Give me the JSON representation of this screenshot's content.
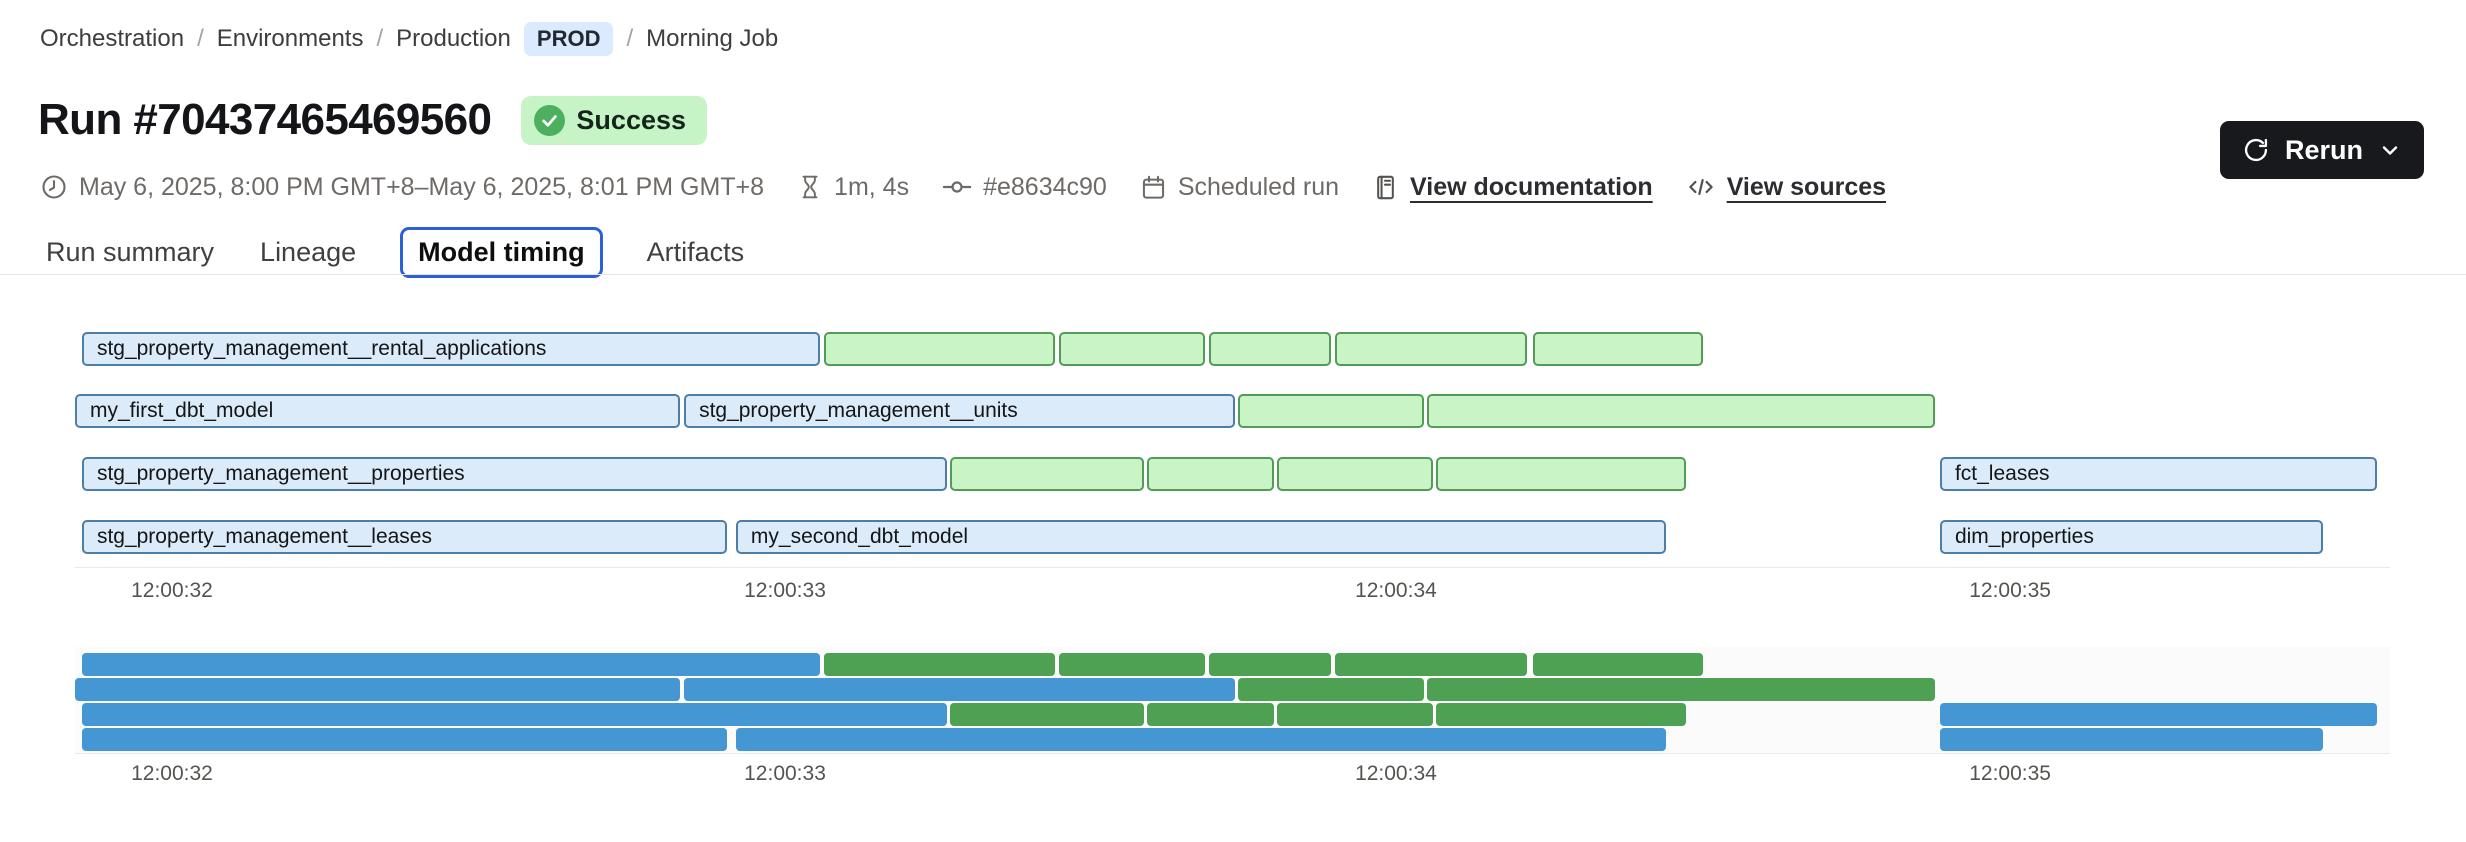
{
  "breadcrumb": {
    "separator": "/",
    "items": [
      "Orchestration",
      "Environments",
      "Production"
    ],
    "environment_badge": "PROD",
    "last_item": "Morning Job"
  },
  "header": {
    "title": "Run #70437465469560",
    "status": "Success",
    "rerun_label": "Rerun"
  },
  "meta": {
    "date_range": "May 6, 2025, 8:00 PM GMT+8–May 6, 2025, 8:01 PM GMT+8",
    "duration": "1m, 4s",
    "commit": "#e8634c90",
    "trigger": "Scheduled run",
    "docs_link": "View documentation",
    "sources_link": "View sources"
  },
  "tabs": [
    {
      "label": "Run summary",
      "selected": false
    },
    {
      "label": "Lineage",
      "selected": false
    },
    {
      "label": "Model timing",
      "selected": true
    },
    {
      "label": "Artifacts",
      "selected": false
    }
  ],
  "colors": {
    "model_fill": "#dcebf9",
    "model_border": "#4d7ea7",
    "test_fill": "#c9f4c5",
    "test_border": "#529c58",
    "minimap_model": "#4497d2",
    "minimap_test": "#4ea153",
    "selected_tab_border": "#2d5fd9",
    "env_badge_bg": "#dbeafe",
    "status_badge_bg": "#c7f4c7",
    "status_circle": "#4db05e",
    "rerun_bg": "#17191c"
  },
  "chart_data": {
    "type": "gantt",
    "title": "Model timing",
    "x_axis": "time",
    "ticks": [
      {
        "label": "12:00:32",
        "left": 4.19
      },
      {
        "label": "12:00:33",
        "left": 30.67
      },
      {
        "label": "12:00:34",
        "left": 57.06
      },
      {
        "label": "12:00:35",
        "left": 83.59
      }
    ],
    "rows": [
      {
        "bars": [
          {
            "label": "stg_property_management__rental_applications",
            "kind": "model",
            "left": 0.3,
            "width": 31.88
          },
          {
            "label": "",
            "kind": "test",
            "left": 32.35,
            "width": 9.98
          },
          {
            "label": "",
            "kind": "test",
            "left": 42.51,
            "width": 6.31
          },
          {
            "label": "",
            "kind": "test",
            "left": 48.98,
            "width": 5.27
          },
          {
            "label": "",
            "kind": "test",
            "left": 54.43,
            "width": 8.29
          },
          {
            "label": "",
            "kind": "test",
            "left": 62.98,
            "width": 7.34
          }
        ]
      },
      {
        "bars": [
          {
            "label": "my_first_dbt_model",
            "kind": "model",
            "left": 0.0,
            "width": 26.13
          },
          {
            "label": "stg_property_management__units",
            "kind": "model",
            "left": 26.31,
            "width": 23.8
          },
          {
            "label": "",
            "kind": "test",
            "left": 50.24,
            "width": 8.03
          },
          {
            "label": "",
            "kind": "test",
            "left": 58.4,
            "width": 21.94
          }
        ]
      },
      {
        "bars": [
          {
            "label": "stg_property_management__properties",
            "kind": "model",
            "left": 0.3,
            "width": 37.37
          },
          {
            "label": "",
            "kind": "test",
            "left": 37.8,
            "width": 8.38
          },
          {
            "label": "",
            "kind": "test",
            "left": 46.31,
            "width": 5.49
          },
          {
            "label": "",
            "kind": "test",
            "left": 51.92,
            "width": 6.74
          },
          {
            "label": "",
            "kind": "test",
            "left": 58.79,
            "width": 10.8
          },
          {
            "label": "fct_leases",
            "kind": "model",
            "left": 80.56,
            "width": 18.88
          }
        ]
      },
      {
        "bars": [
          {
            "label": "stg_property_management__leases",
            "kind": "model",
            "left": 0.3,
            "width": 27.86
          },
          {
            "label": "my_second_dbt_model",
            "kind": "model",
            "left": 28.55,
            "width": 40.17
          },
          {
            "label": "dim_properties",
            "kind": "model",
            "left": 80.56,
            "width": 16.54
          }
        ]
      }
    ]
  }
}
